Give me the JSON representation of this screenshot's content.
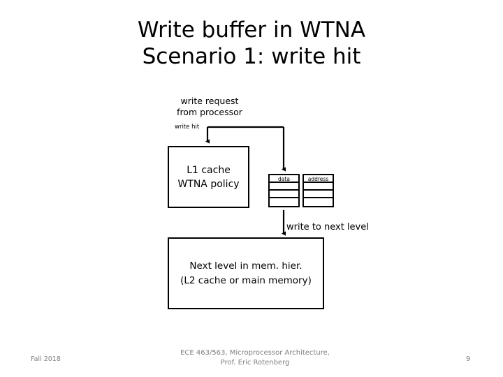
{
  "slide": {
    "title_line1": "Write buffer in WTNA",
    "title_line2": "Scenario 1: write hit",
    "page_number": "9"
  },
  "diagram": {
    "request_label_line1": "write request",
    "request_label_line2": "from processor",
    "write_hit_label": "write hit",
    "write_to_next_level_label": "write to next level",
    "l1_cache": {
      "line1": "L1 cache",
      "line2": "WTNA policy"
    },
    "next_level": {
      "line1": "Next level in mem. hier.",
      "line2": "(L2 cache or main memory)"
    },
    "write_buffer": {
      "data_column": {
        "header": "data",
        "rows": [
          "",
          "",
          ""
        ]
      },
      "address_column": {
        "header": "address",
        "rows": [
          "",
          "",
          ""
        ]
      }
    }
  },
  "footer": {
    "date": "Fall 2018",
    "course_line1": "ECE 463/563, Microprocessor Architecture,",
    "course_line2": "Prof. Eric Rotenberg"
  },
  "colors": {
    "stroke": "#000000",
    "text": "#000000",
    "footer_text": "#808080",
    "background": "#ffffff"
  }
}
